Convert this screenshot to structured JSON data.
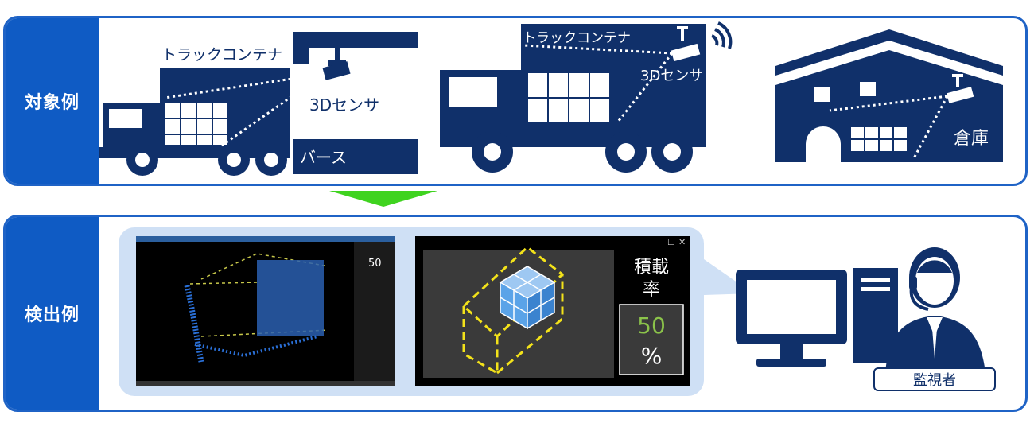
{
  "colors": {
    "navy": "#10306a",
    "blue": "#0f5bc4",
    "border": "#1f63c6",
    "arrow": "#3fd31f",
    "yellow": "#f3e21a",
    "cube": "#5aa3e8"
  },
  "top": {
    "label": "対象例",
    "scene1": {
      "container": "トラックコンテナ",
      "sensor": "3Dセンサ",
      "berth": "バース"
    },
    "scene2": {
      "container": "トラックコンテナ",
      "sensor": "3Dセンサ"
    },
    "scene3": {
      "warehouse": "倉庫"
    }
  },
  "bottom": {
    "label": "検出例",
    "viewer": {
      "value": "50"
    },
    "result": {
      "label_line1": "積載",
      "label_line2": "率",
      "value": "50",
      "unit": "%"
    },
    "operator": {
      "label": "監視者"
    }
  }
}
